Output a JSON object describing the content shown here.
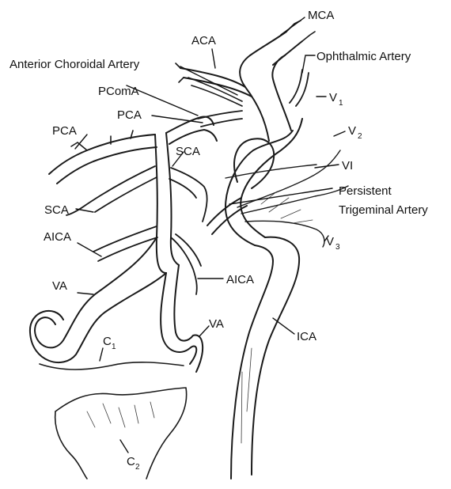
{
  "labels": {
    "mca": "MCA",
    "aca": "ACA",
    "ophthalmic": "Ophthalmic Artery",
    "ant_choroidal": "Anterior Choroidal Artery",
    "pcoma": "PComA",
    "pca_right": "PCA",
    "pca_left": "PCA",
    "v1_main": "V",
    "v1_sub": "1",
    "v2_main": "V",
    "v2_sub": "2",
    "v3_main": "V",
    "v3_sub": "3",
    "sca_right": "SCA",
    "sca_left": "SCA",
    "vi": "VI",
    "persistent_line1": "Persistent",
    "persistent_line2": "Trigeminal Artery",
    "aica_left": "AICA",
    "aica_right": "AICA",
    "va_left": "VA",
    "va_right": "VA",
    "ica": "ICA",
    "c1_main": "C",
    "c1_sub": "1",
    "c2_main": "C",
    "c2_sub": "2"
  }
}
